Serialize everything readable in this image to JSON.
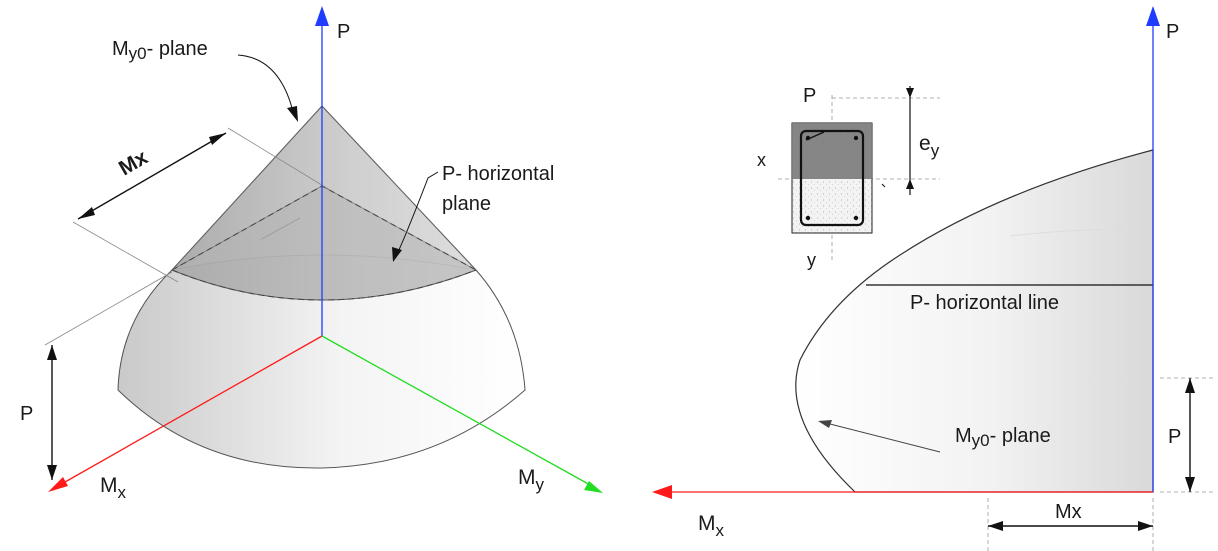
{
  "left_figure": {
    "axis_p_label": "P",
    "axis_mx_label": "M",
    "axis_mx_sub": "x",
    "axis_my_label": "M",
    "axis_my_sub": "y",
    "my0_plane_label": "M",
    "my0_plane_sub": "y0",
    "my0_plane_suffix": "- plane",
    "mx_dimension_label": "Mx",
    "p_horizontal_plane_label_line1": "P- horizontal",
    "p_horizontal_plane_label_line2": "plane",
    "p_dimension_label": "P"
  },
  "right_figure": {
    "axis_p_label": "P",
    "axis_mx_label": "M",
    "axis_mx_sub": "x",
    "section_p_label": "P",
    "section_x_label": "x",
    "section_y_label": "y",
    "ey_label": "e",
    "ey_sub": "y",
    "p_horizontal_line_label": "P- horizontal line",
    "my0_plane_label": "M",
    "my0_plane_sub": "y0",
    "my0_plane_suffix": "- plane",
    "p_dimension_label": "P",
    "mx_dimension_label": "Mx"
  },
  "colors": {
    "p_axis": "#1f3cff",
    "mx_axis": "#ff1a1a",
    "my_axis": "#22dd22"
  }
}
